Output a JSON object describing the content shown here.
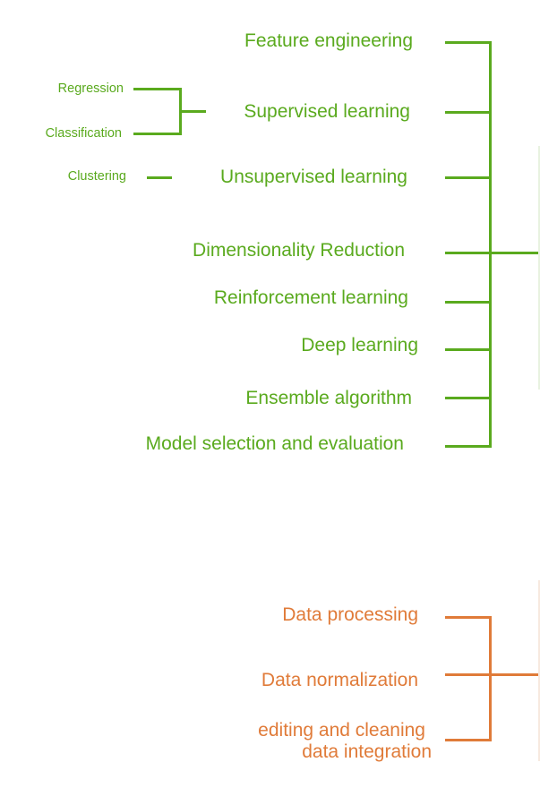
{
  "colors": {
    "ml_branch": "#5aaa1e",
    "data_branch": "#e07b39"
  },
  "ml_branch": {
    "items": [
      {
        "label": "Feature engineering"
      },
      {
        "label": "Supervised learning",
        "children": [
          "Regression",
          "Classification"
        ]
      },
      {
        "label": "Unsupervised learning",
        "children": [
          "Clustering"
        ]
      },
      {
        "label": "Dimensionality Reduction"
      },
      {
        "label": "Reinforcement learning"
      },
      {
        "label": "Deep learning"
      },
      {
        "label": "Ensemble algorithm"
      },
      {
        "label": "Model selection and evaluation"
      }
    ]
  },
  "data_branch": {
    "items": [
      {
        "label": "Data processing"
      },
      {
        "label": "Data normalization"
      },
      {
        "label": "editing and cleaning",
        "label_line2": "data integration"
      }
    ]
  }
}
